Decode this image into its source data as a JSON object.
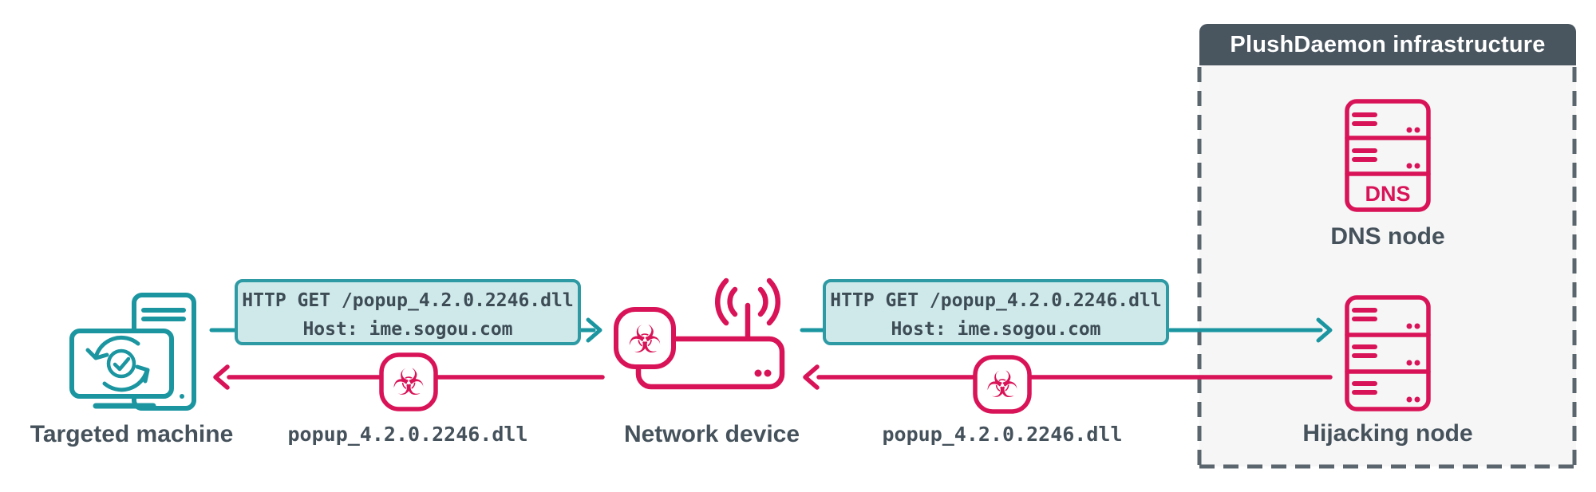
{
  "diagram": {
    "panel": {
      "title": "PlushDaemon infrastructure"
    },
    "nodes": {
      "targeted_machine": {
        "label": "Targeted machine"
      },
      "network_device": {
        "label": "Network device"
      },
      "dns_node": {
        "label": "DNS node",
        "icon_text": "DNS"
      },
      "hijacking_node": {
        "label": "Hijacking node"
      }
    },
    "requests": {
      "left": {
        "line1": "HTTP GET /popup_4.2.0.2246.dll",
        "line2": "Host: ime.sogou.com"
      },
      "right": {
        "line1": "HTTP GET /popup_4.2.0.2246.dll",
        "line2": "Host: ime.sogou.com"
      }
    },
    "responses": {
      "left": {
        "label": "popup_4.2.0.2246.dll"
      },
      "right": {
        "label": "popup_4.2.0.2246.dll"
      }
    },
    "icons": {
      "biohazard": "☣"
    },
    "colors": {
      "teal": "#1b96a1",
      "teal_box_fill": "#cfe9ea",
      "teal_box_border": "#2d9aa4",
      "pink": "#d91357",
      "slate_text": "#45525b",
      "header_bg": "#49555f",
      "panel_bg": "#f6f6f7",
      "dashed_border": "#5b656d"
    }
  }
}
